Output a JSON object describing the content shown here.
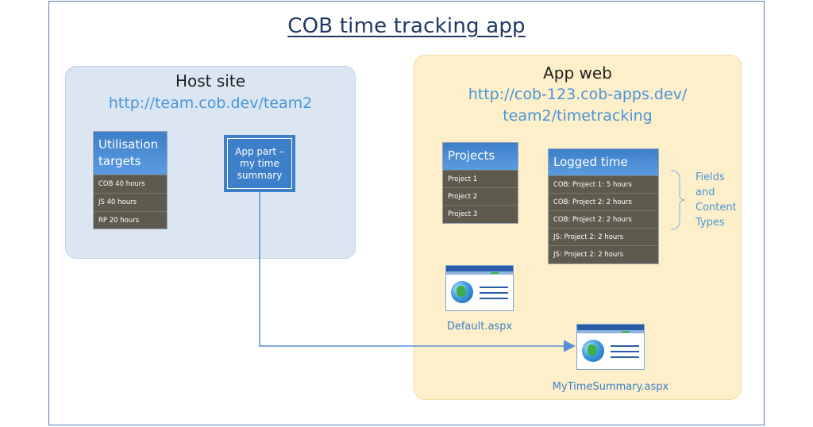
{
  "title": "COB time tracking app",
  "host_site": {
    "title": "Host site",
    "url": "http://team.cob.dev/team2",
    "utilisation_list": {
      "header": "Utilisation targets",
      "rows": [
        "COB 40 hours",
        "JS 40 hours",
        "RP 20 hours"
      ]
    },
    "app_part": {
      "label": "App part – my time summary"
    }
  },
  "app_web": {
    "title": "App web",
    "url_line1": "http://cob-123.cob-apps.dev/",
    "url_line2": "team2/timetracking",
    "projects_list": {
      "header": "Projects",
      "rows": [
        "Project 1",
        "Project 2",
        "Project 3"
      ]
    },
    "logged_time_list": {
      "header": "Logged time",
      "rows": [
        "COB: Project 1: 5 hours",
        "COB: Project 2: 2 hours",
        "COB: Project 2: 2 hours",
        "JS: Project 2: 2 hours",
        "JS: Project 2: 2 hours"
      ]
    },
    "fields_note": "Fields and Content Types",
    "pages": {
      "default": {
        "label": "Default.aspx",
        "icon": "web-page-icon"
      },
      "summary": {
        "label": "MyTimeSummary.aspx",
        "icon": "web-page-icon"
      }
    }
  },
  "colors": {
    "host_panel": "#dce6f2",
    "app_panel": "#fdefc9",
    "list_header": "#3d7fc8",
    "list_body": "#5e5a4d",
    "url_text": "#4a94d6",
    "connector": "#5b8fd6"
  }
}
